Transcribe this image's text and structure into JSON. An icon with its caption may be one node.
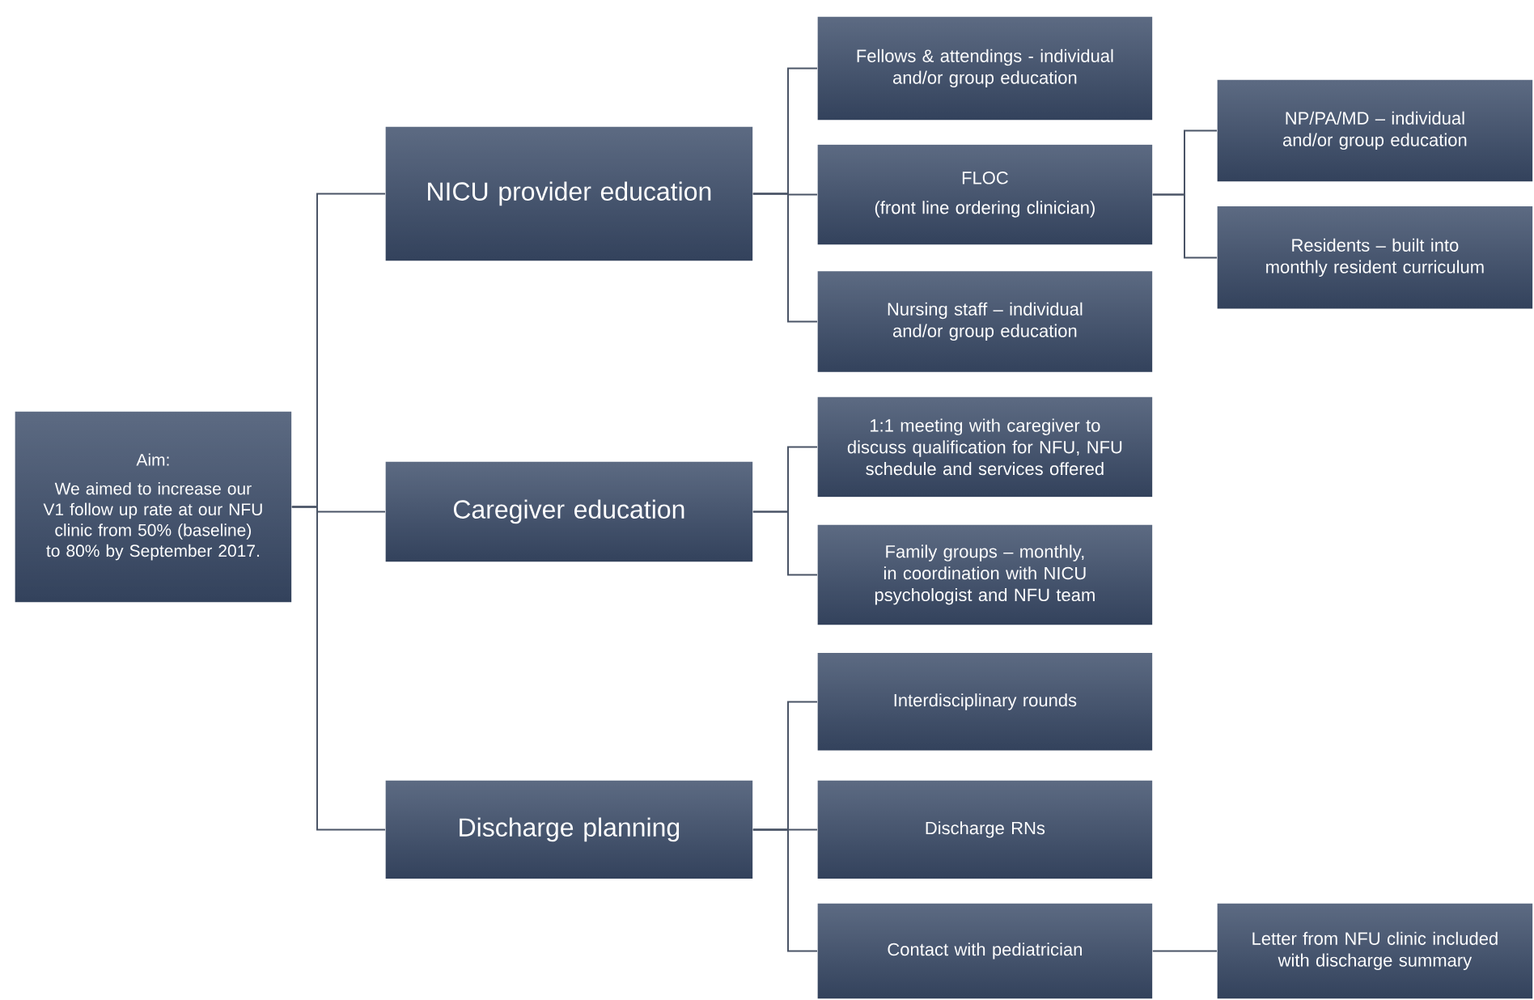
{
  "diagram": {
    "nodes": [
      {
        "text": [
          "Aim:",
          "We aimed to increase our V1 follow up rate at our NFU clinic from 50% (baseline) to 80% by September 2017."
        ]
      },
      {
        "text": [
          "NICU provider education"
        ]
      },
      {
        "text": [
          "Caregiver education"
        ]
      },
      {
        "text": [
          "Discharge planning"
        ]
      },
      {
        "text": [
          "Fellows & attendings - individual and/or group education"
        ]
      },
      {
        "text": [
          "FLOC",
          "(front line ordering clinician)"
        ]
      },
      {
        "text": [
          "Nursing staff – individual and/or group education"
        ]
      },
      {
        "text": [
          "NP/PA/MD – individual and/or group education"
        ]
      },
      {
        "text": [
          "Residents – built into monthly resident curriculum"
        ]
      },
      {
        "text": [
          "1:1 meeting with caregiver to discuss qualification for NFU, NFU schedule and services offered"
        ]
      },
      {
        "text": [
          "Family groups – monthly, in coordination with NICU psychologist and NFU team"
        ]
      },
      {
        "text": [
          "Interdisciplinary rounds"
        ]
      },
      {
        "text": [
          "Discharge RNs"
        ]
      },
      {
        "text": [
          "Contact with pediatrician"
        ]
      },
      {
        "text": [
          "Letter from NFU clinic included with discharge summary"
        ]
      }
    ],
    "edges": [
      {
        "from": 0,
        "to": 1,
        "arrow": "none"
      },
      {
        "from": 0,
        "to": 2,
        "arrow": "none"
      },
      {
        "from": 0,
        "to": 3,
        "arrow": "none"
      },
      {
        "from": 1,
        "to": 4,
        "arrow": "none"
      },
      {
        "from": 1,
        "to": 5,
        "arrow": "none"
      },
      {
        "from": 1,
        "to": 6,
        "arrow": "none"
      },
      {
        "from": 5,
        "to": 7,
        "arrow": "none"
      },
      {
        "from": 5,
        "to": 8,
        "arrow": "none"
      },
      {
        "from": 2,
        "to": 9,
        "arrow": "none"
      },
      {
        "from": 2,
        "to": 10,
        "arrow": "none"
      },
      {
        "from": 3,
        "to": 11,
        "arrow": "none"
      },
      {
        "from": 3,
        "to": 12,
        "arrow": "none"
      },
      {
        "from": 3,
        "to": 13,
        "arrow": "none"
      },
      {
        "from": 13,
        "to": 14,
        "arrow": "none"
      }
    ]
  }
}
